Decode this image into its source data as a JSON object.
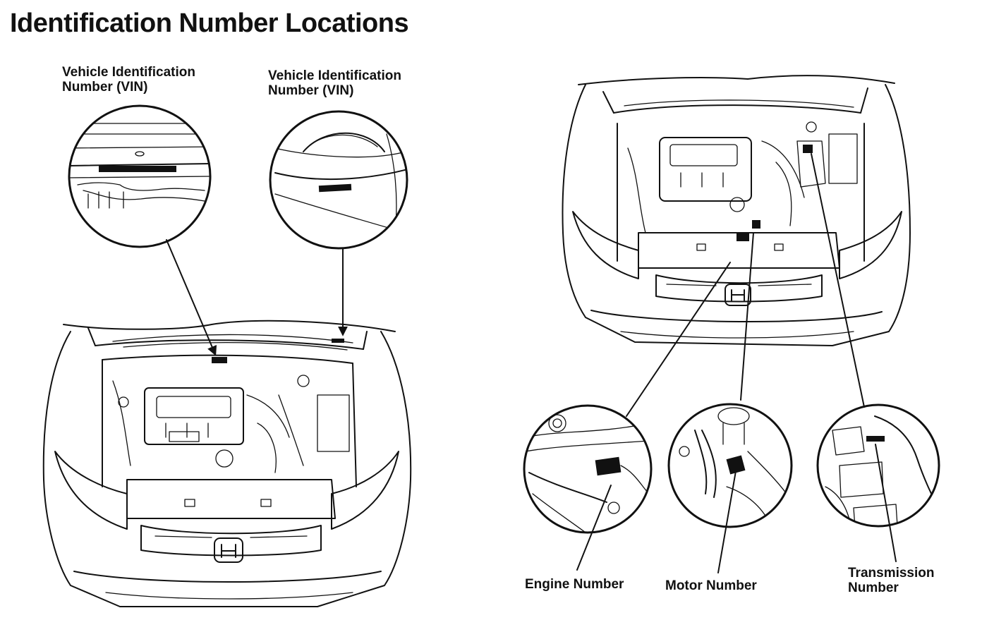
{
  "title": "Identification Number Locations",
  "labels": {
    "vin_left_line1": "Vehicle Identification",
    "vin_left_line2": "Number (VIN)",
    "vin_right_line1": "Vehicle Identification",
    "vin_right_line2": "Number (VIN)",
    "engine_number": "Engine Number",
    "motor_number": "Motor Number",
    "transmission_line1": "Transmission",
    "transmission_line2": "Number"
  },
  "icons": [
    "honda-logo-icon"
  ],
  "colors": {
    "ink": "#111111",
    "paper": "#ffffff"
  }
}
